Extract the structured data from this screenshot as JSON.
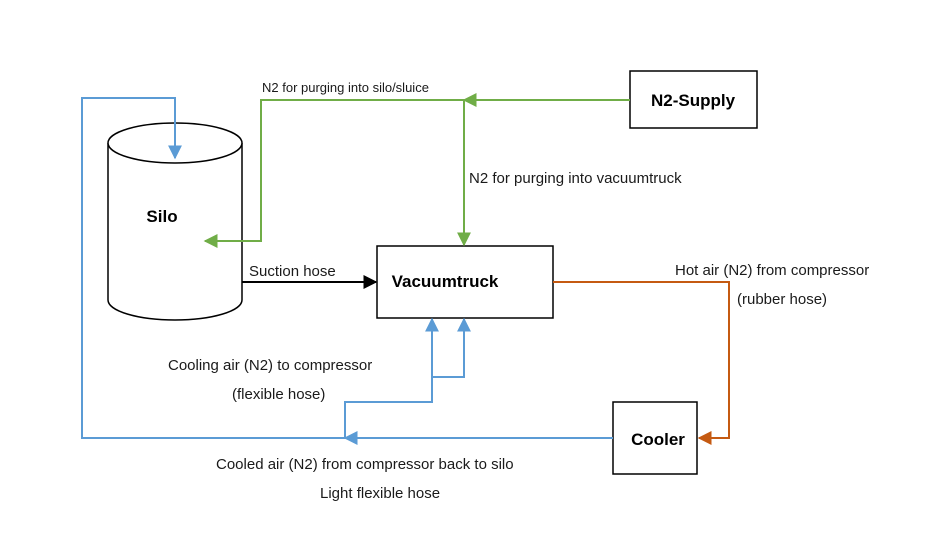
{
  "nodes": {
    "silo": "Silo",
    "vacuumtruck": "Vacuumtruck",
    "n2_supply": "N2-Supply",
    "cooler": "Cooler"
  },
  "labels": {
    "n2_silo": "N2 for purging into silo/sluice",
    "n2_vacuumtruck": "N2 for purging into vacuumtruck",
    "suction_hose": "Suction hose",
    "hot_air": "Hot air (N2) from compressor",
    "rubber_hose": "(rubber hose)",
    "cooling_air": "Cooling air (N2) to compressor",
    "flexible_hose": "(flexible hose)",
    "cooled_air": "Cooled air (N2) from compressor back to silo",
    "light_hose": "Light flexible hose"
  },
  "colors": {
    "n2_line": "#70ad47",
    "cooling_line": "#5b9bd5",
    "hot_line": "#c55a11",
    "suction_line": "#000000",
    "box_border": "#000000"
  }
}
